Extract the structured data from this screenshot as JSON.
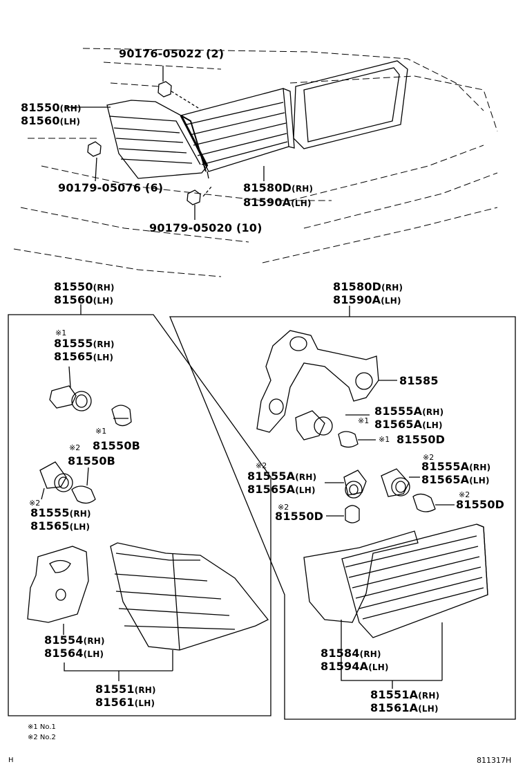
{
  "diagram": {
    "top": {
      "bolt_a": "90176-05022 (2)",
      "lamp_rh_num": "81550",
      "lamp_rh_sfx": "(RH)",
      "lamp_lh_num": "81560",
      "lamp_lh_sfx": "(LH)",
      "nut_b": "90179-05076 (6)",
      "inner_rh_num": "81580D",
      "inner_rh_sfx": "(RH)",
      "inner_lh_num": "81590A",
      "inner_lh_sfx": "(LH)",
      "nut_c": "90179-05020 (10)"
    },
    "left_panel": {
      "title_rh_num": "81550",
      "title_rh_sfx": "(RH)",
      "title_lh_num": "81560",
      "title_lh_sfx": "(LH)",
      "mark1": "※1",
      "sock1_rh_num": "81555",
      "sock1_rh_sfx": "(RH)",
      "sock1_lh_num": "81565",
      "sock1_lh_sfx": "(LH)",
      "mark_bulb1": "※1",
      "bulb1": "81550B",
      "mark_bulb2": "※2",
      "bulb2": "81550B",
      "mark2": "※2",
      "sock2_rh_num": "81555",
      "sock2_rh_sfx": "(RH)",
      "sock2_lh_num": "81565",
      "sock2_lh_sfx": "(LH)",
      "gasket_rh_num": "81554",
      "gasket_rh_sfx": "(RH)",
      "gasket_lh_num": "81564",
      "gasket_lh_sfx": "(LH)",
      "lens_rh_num": "81551",
      "lens_rh_sfx": "(RH)",
      "lens_lh_num": "81561",
      "lens_lh_sfx": "(LH)"
    },
    "right_panel": {
      "title_rh_num": "81580D",
      "title_rh_sfx": "(RH)",
      "title_lh_num": "81590A",
      "title_lh_sfx": "(LH)",
      "bracket": "81585",
      "sockA_rh_num": "81555A",
      "sockA_rh_sfx": "(RH)",
      "markA": "※1",
      "sockA_lh_num": "81565A",
      "sockA_lh_sfx": "(LH)",
      "markA_bulb": "※1",
      "bulbA": "81550D",
      "markB": "※2",
      "sockB_rh_num": "81555A",
      "sockB_rh_sfx": "(RH)",
      "sockB_lh_num": "81565A",
      "sockB_lh_sfx": "(LH)",
      "markC": "※2",
      "sockC_rh_num": "81555A",
      "sockC_rh_sfx": "(RH)",
      "sockC_lh_num": "81565A",
      "sockC_lh_sfx": "(LH)",
      "markB_bulb": "※2",
      "bulbB": "81550D",
      "markC_bulb": "※2",
      "bulbC": "81550D",
      "gasket_rh_num": "81584",
      "gasket_rh_sfx": "(RH)",
      "gasket_lh_num": "81594A",
      "gasket_lh_sfx": "(LH)",
      "lens_rh_num": "81551A",
      "lens_rh_sfx": "(RH)",
      "lens_lh_num": "81561A",
      "lens_lh_sfx": "(LH)"
    },
    "footnotes": {
      "note1": "※1 No.1",
      "note2": "※2 No.2"
    },
    "corner_left": "H",
    "diagram_id": "811317H"
  }
}
